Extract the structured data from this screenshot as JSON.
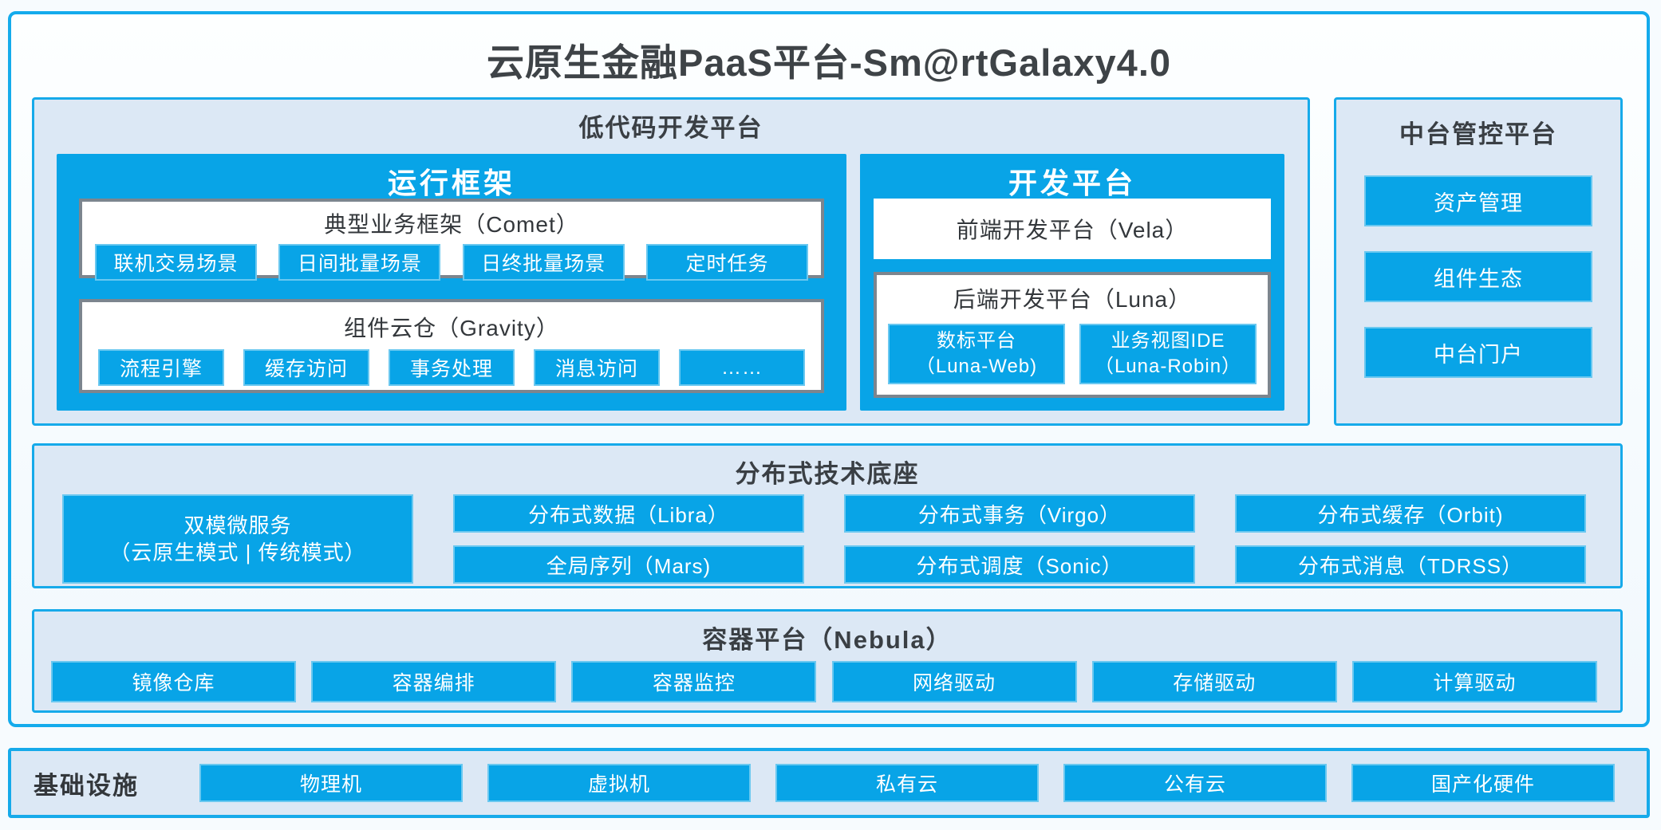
{
  "page_title": "云原生金融PaaS平台-Sm@rtGalaxy4.0",
  "colors": {
    "accent_blue": "#08a4e7",
    "border_blue": "#14abec",
    "panel_bg": "#dce8f5",
    "box_border_gray": "#7c858e",
    "dark_text": "#3a3f44",
    "white_text": "#ffffff"
  },
  "lowcode": {
    "title": "低代码开发平台",
    "runtime": {
      "title": "运行框架",
      "comet": {
        "title": "典型业务框架（Comet）",
        "items": [
          "联机交易场景",
          "日间批量场景",
          "日终批量场景",
          "定时任务"
        ]
      },
      "gravity": {
        "title": "组件云仓（Gravity）",
        "items": [
          "流程引擎",
          "缓存访问",
          "事务处理",
          "消息访问",
          "……"
        ]
      }
    },
    "dev": {
      "title": "开发平台",
      "vela": {
        "title": "前端开发平台（Vela）"
      },
      "luna": {
        "title": "后端开发平台（Luna）",
        "items": [
          {
            "line1": "数标平台",
            "line2": "（Luna-Web)"
          },
          {
            "line1": "业务视图IDE",
            "line2": "（Luna-Robin）"
          }
        ]
      }
    }
  },
  "midplatform": {
    "title": "中台管控平台",
    "items": [
      "资产管理",
      "组件生态",
      "中台门户"
    ]
  },
  "distributed": {
    "title": "分布式技术底座",
    "dual_mode": {
      "line1": "双模微服务",
      "line2": "（云原生模式 | 传统模式）"
    },
    "columns": [
      [
        "分布式数据（Libra）",
        "全局序列（Mars)"
      ],
      [
        "分布式事务（Virgo）",
        "分布式调度（Sonic）"
      ],
      [
        "分布式缓存（Orbit)",
        "分布式消息（TDRSS）"
      ]
    ]
  },
  "container_platform": {
    "title": "容器平台（Nebula）",
    "items": [
      "镜像仓库",
      "容器编排",
      "容器监控",
      "网络驱动",
      "存储驱动",
      "计算驱动"
    ]
  },
  "infrastructure": {
    "label": "基础设施",
    "items": [
      "物理机",
      "虚拟机",
      "私有云",
      "公有云",
      "国产化硬件"
    ]
  }
}
